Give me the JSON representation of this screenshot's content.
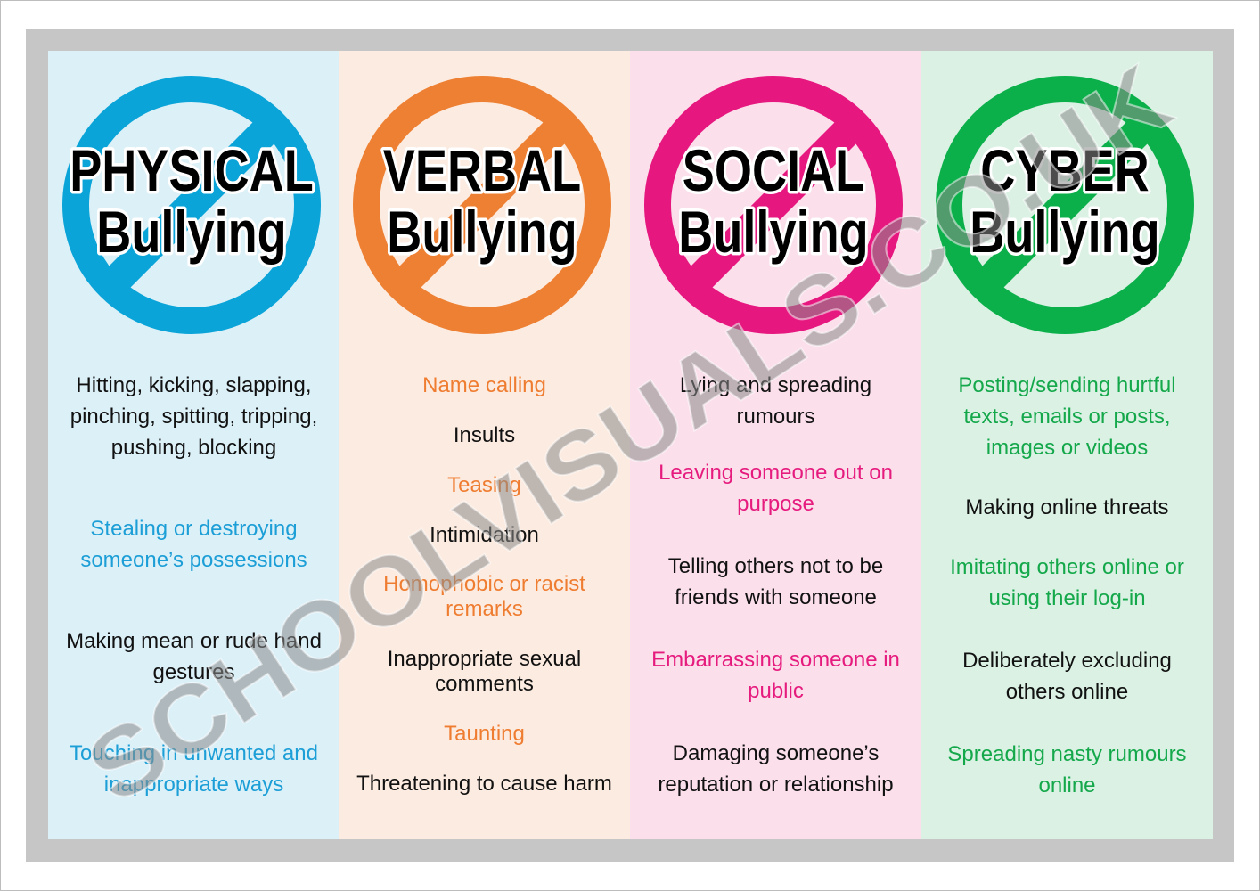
{
  "columns": [
    {
      "title": "PHYSICAL",
      "subtitle": "Bullying",
      "ring": "#0aa4d8",
      "bg": "#dcf0f8",
      "accent": "#1c9ed6",
      "items": [
        {
          "text": "Hitting, kicking, slapping, pinching, spitting, tripping, pushing, blocking",
          "color": "#111111",
          "lines": [
            "Hitting, kicking, slapping,",
            "pinching, spitting, tripping,",
            "pushing, blocking"
          ]
        },
        {
          "text": "Stealing or destroying someone's possessions",
          "color": "accent",
          "lines": [
            "Stealing or destroying",
            "someone’s possessions"
          ]
        },
        {
          "text": "Making mean or rude hand gestures",
          "color": "#111111",
          "lines": [
            "Making mean or rude hand",
            "gestures"
          ]
        },
        {
          "text": "Touching in unwanted and inappropriate ways",
          "color": "accent",
          "lines": [
            "Touching in unwanted and",
            "inappropriate ways"
          ]
        }
      ]
    },
    {
      "title": "VERBAL",
      "subtitle": "Bullying",
      "ring": "#ee8033",
      "bg": "#fcebe0",
      "accent": "#ef7d31",
      "items": [
        {
          "text": "Name calling",
          "color": "accent",
          "lines": [
            "Name calling"
          ]
        },
        {
          "text": "Insults",
          "color": "#111111",
          "lines": [
            "Insults"
          ]
        },
        {
          "text": "Teasing",
          "color": "accent",
          "lines": [
            "Teasing"
          ]
        },
        {
          "text": "Intimidation",
          "color": "#111111",
          "lines": [
            "Intimidation"
          ]
        },
        {
          "text": "Homophobic or racist remarks",
          "color": "accent",
          "lines": [
            "Homophobic or racist",
            "remarks"
          ]
        },
        {
          "text": "Inappropriate sexual comments",
          "color": "#111111",
          "lines": [
            "Inappropriate sexual",
            "comments"
          ]
        },
        {
          "text": "Taunting",
          "color": "accent",
          "lines": [
            "Taunting"
          ]
        },
        {
          "text": "Threatening to cause harm",
          "color": "#111111",
          "lines": [
            "Threatening to cause harm"
          ]
        }
      ]
    },
    {
      "title": "SOCIAL",
      "subtitle": "Bullying",
      "ring": "#e6177f",
      "bg": "#fbdfeb",
      "accent": "#e61b7e",
      "items": [
        {
          "text": "Lying and spreading rumours",
          "color": "#111111",
          "lines": [
            "Lying and spreading",
            "rumours"
          ]
        },
        {
          "text": "Leaving someone out on purpose",
          "color": "accent",
          "lines": [
            "Leaving someone out on",
            "purpose"
          ]
        },
        {
          "text": "Telling others not to be friends with someone",
          "color": "#111111",
          "lines": [
            "Telling others not to be",
            "friends with someone"
          ]
        },
        {
          "text": "Embarrassing someone in public",
          "color": "accent",
          "lines": [
            "Embarrassing someone in",
            "public"
          ]
        },
        {
          "text": "Damaging someone's reputation or relationship",
          "color": "#111111",
          "lines": [
            "Damaging someone’s",
            "reputation or relationship"
          ]
        }
      ]
    },
    {
      "title": "CYBER",
      "subtitle": "Bullying",
      "ring": "#0cb04b",
      "bg": "#daf1e4",
      "accent": "#14a84b",
      "items": [
        {
          "text": "Posting/sending hurtful texts, emails or posts, images or videos",
          "color": "accent",
          "lines": [
            "Posting/sending hurtful",
            "texts, emails or posts,",
            "images or videos"
          ]
        },
        {
          "text": "Making online threats",
          "color": "#111111",
          "lines": [
            "Making online threats"
          ]
        },
        {
          "text": "Imitating others online or using their log-in",
          "color": "accent",
          "lines": [
            "Imitating others online or",
            "using their log-in"
          ]
        },
        {
          "text": "Deliberately excluding others online",
          "color": "#111111",
          "lines": [
            "Deliberately excluding",
            "others online"
          ]
        },
        {
          "text": "Spreading nasty rumours online",
          "color": "accent",
          "lines": [
            "Spreading nasty rumours",
            "online"
          ]
        }
      ]
    }
  ],
  "watermark": "SCHOOLVISUALS.CO.UK"
}
